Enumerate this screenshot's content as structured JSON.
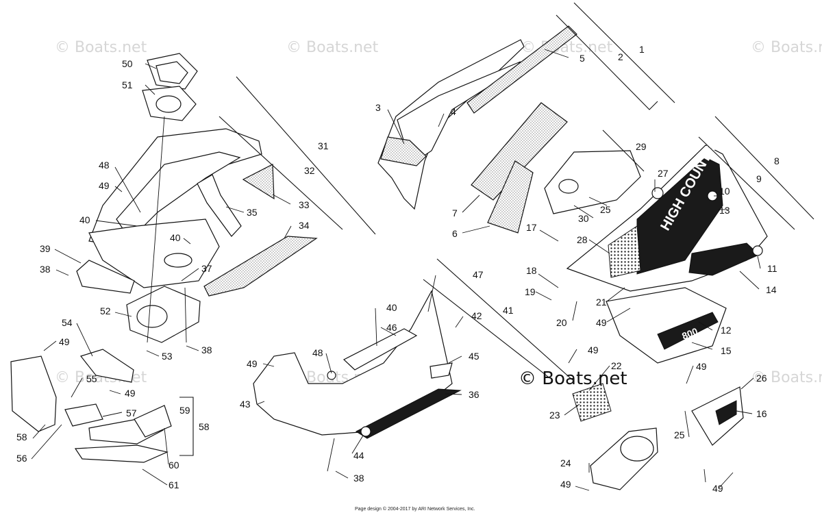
{
  "watermark": {
    "text": "© Boats.net",
    "center_text": "© Boats.net"
  },
  "footer": {
    "text": "Page design © 2004-2017 by ARI Network Services, Inc."
  },
  "decal": {
    "brand": "HIGH COUNTRY",
    "model": "800"
  },
  "callouts": [
    "1",
    "2",
    "3",
    "4",
    "5",
    "6",
    "7",
    "8",
    "9",
    "10",
    "11",
    "12",
    "13",
    "14",
    "15",
    "16",
    "17",
    "18",
    "19",
    "20",
    "21",
    "22",
    "23",
    "24",
    "25",
    "26",
    "27",
    "28",
    "29",
    "30",
    "31",
    "32",
    "33",
    "34",
    "35",
    "36",
    "37",
    "38",
    "39",
    "40",
    "41",
    "42",
    "43",
    "44",
    "45",
    "46",
    "47",
    "48",
    "49",
    "50",
    "51",
    "52",
    "53",
    "54",
    "55",
    "56",
    "57",
    "58",
    "59",
    "60",
    "61"
  ]
}
